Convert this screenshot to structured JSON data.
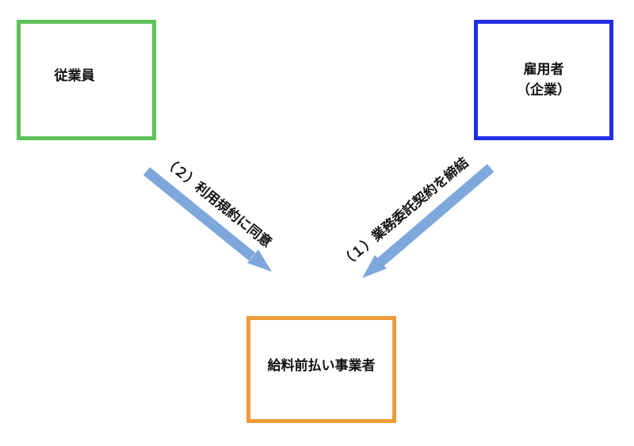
{
  "nodes": {
    "employee": {
      "label": "従業員",
      "color": "#5cc25a"
    },
    "employer": {
      "label_line1": "雇用者",
      "label_line2": "（企業）",
      "color": "#1f2ee8"
    },
    "provider": {
      "label": "給料前払い事業者",
      "color": "#ef9b3a"
    }
  },
  "edges": {
    "agreement": {
      "label": "（２）利用規約に同意",
      "from": "employee",
      "to": "provider"
    },
    "contract": {
      "label": "（１）業務委託契約を締結",
      "from": "employer",
      "to": "provider"
    }
  },
  "arrow_color": "#7ea8dc"
}
